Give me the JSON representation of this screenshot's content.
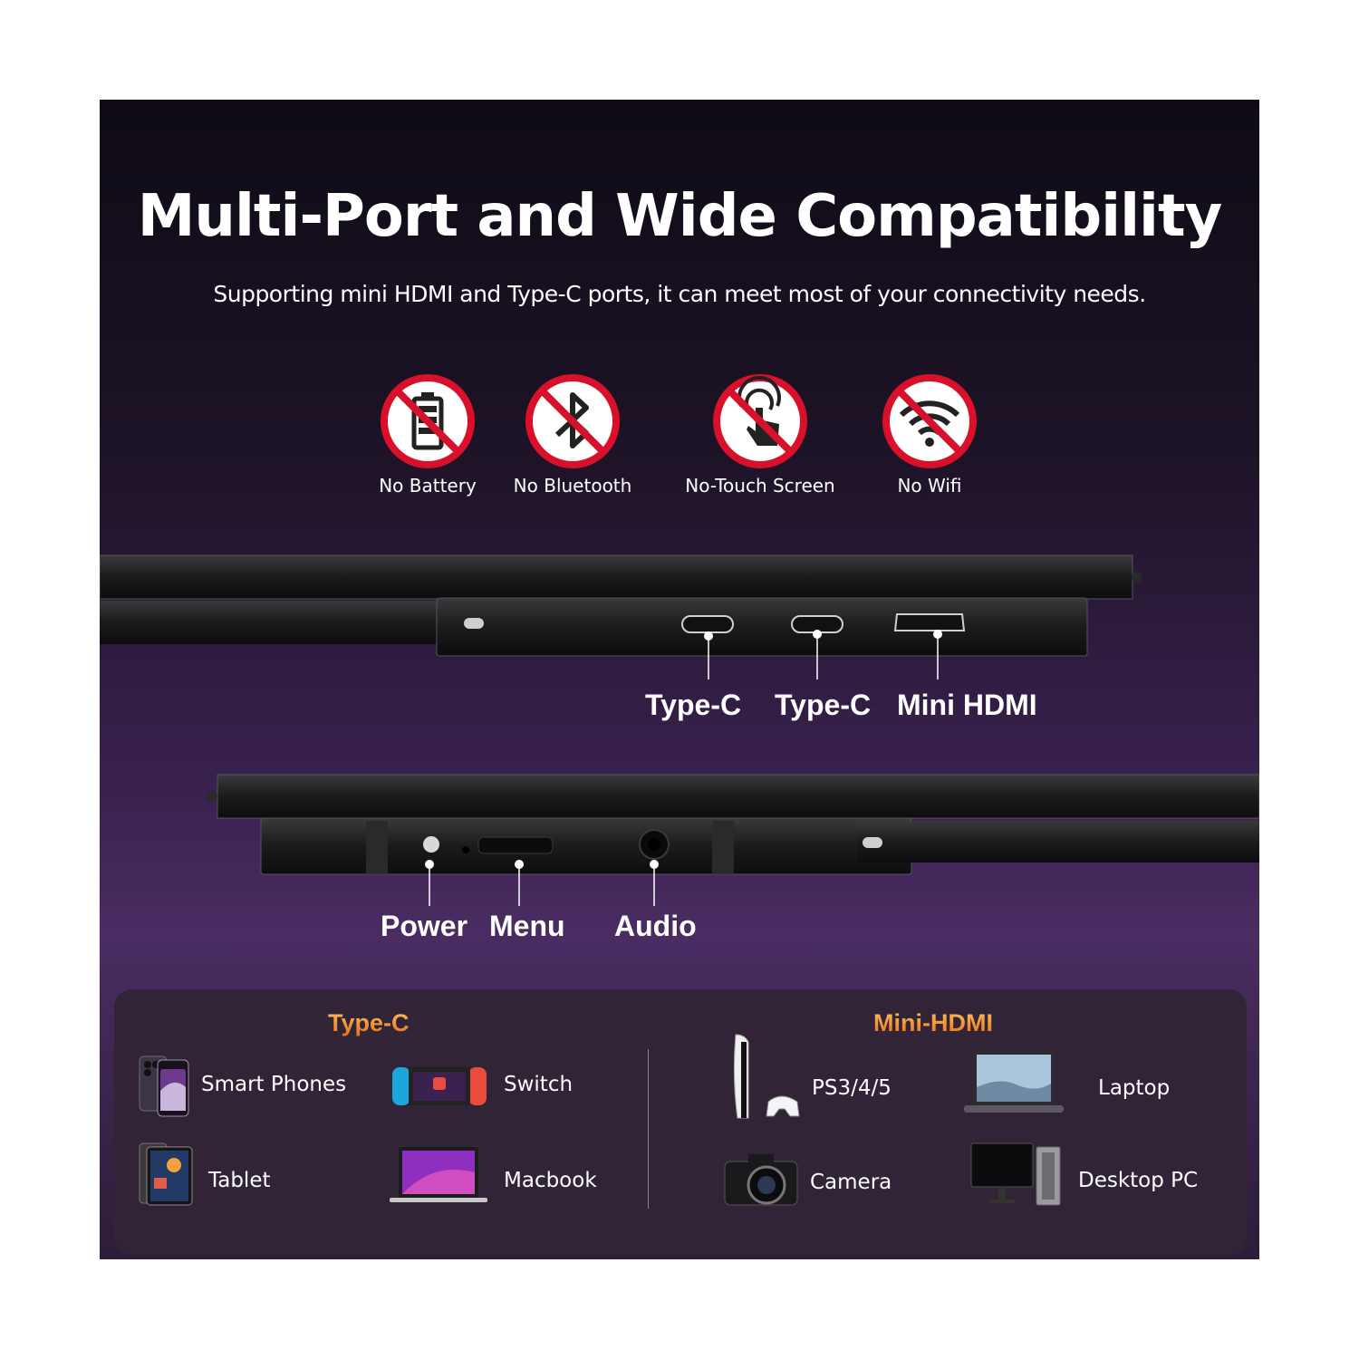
{
  "title": "Multi-Port and Wide Compatibility",
  "subtitle": "Supporting mini HDMI and Type-C ports, it can meet most of your connectivity needs.",
  "features": [
    {
      "label": "No Battery",
      "icon": "no-battery-icon"
    },
    {
      "label": "No Bluetooth",
      "icon": "no-bluetooth-icon"
    },
    {
      "label": "No-Touch Screen",
      "icon": "no-touch-icon"
    },
    {
      "label": "No Wifi",
      "icon": "no-wifi-icon"
    }
  ],
  "ports_top": [
    "Type-C",
    "Type-C",
    "Mini HDMI"
  ],
  "ports_bottom": [
    "Power",
    "Menu",
    "Audio"
  ],
  "compat": {
    "typec": {
      "heading": "Type-C",
      "items": [
        "Smart Phones",
        "Switch",
        "Tablet",
        "Macbook"
      ]
    },
    "hdmi": {
      "heading": "Mini-HDMI",
      "items": [
        "PS3/4/5",
        "Laptop",
        "Camera",
        "Desktop PC"
      ]
    }
  },
  "colors": {
    "accent_red": "#d8102a",
    "heading_orange": "#f39a2f"
  }
}
